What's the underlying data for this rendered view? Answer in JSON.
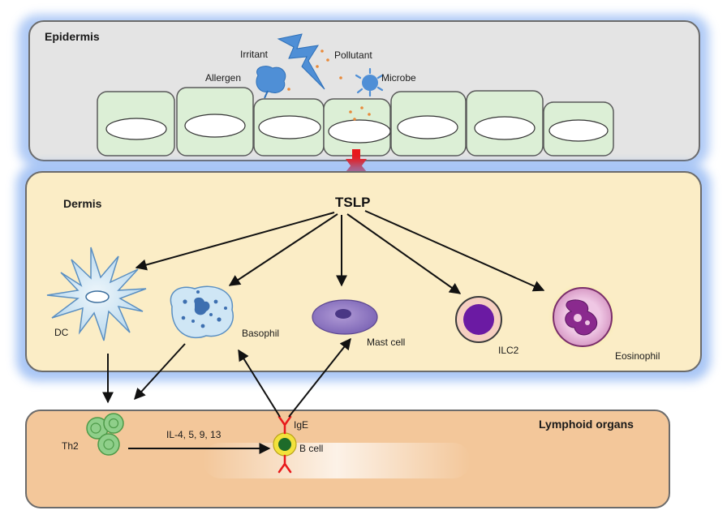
{
  "panels": {
    "epidermis": "Epidermis",
    "dermis": "Dermis",
    "lymphoid": "Lymphoid organs"
  },
  "triggers": {
    "irritant": "Irritant",
    "pollutant": "Pollutant",
    "allergen": "Allergen",
    "microbe": "Microbe"
  },
  "mediator": "TSLP",
  "cells": {
    "dc": "DC",
    "basophil": "Basophil",
    "mast_cell": "Mast cell",
    "ilc2": "ILC2",
    "eosinophil": "Eosinophil",
    "th2": "Th2",
    "b_cell": "B cell",
    "ige": "IgE"
  },
  "cytokines": "IL-4, 5, 9, 13",
  "colors": {
    "epidermis_fill": "#e4e4e4",
    "dermis_fill": "#fbedc6",
    "lymphoid_fill": "#f3c79a",
    "glow": "#6fa0ef",
    "keratinocyte": "#dcefd6",
    "signal_arrow": "#e8191b",
    "antibody": "#e8191b"
  }
}
